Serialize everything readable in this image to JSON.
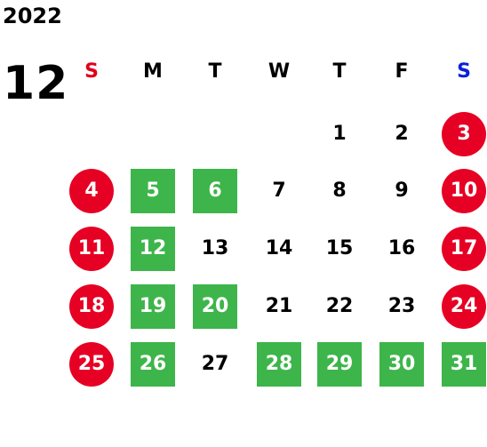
{
  "calendar": {
    "year": "2022",
    "month": "12",
    "weekdays": [
      "S",
      "M",
      "T",
      "W",
      "T",
      "F",
      "S"
    ],
    "weeks": [
      [
        null,
        null,
        null,
        null,
        "1",
        "2",
        "3"
      ],
      [
        "4",
        "5",
        "6",
        "7",
        "8",
        "9",
        "10"
      ],
      [
        "11",
        "12",
        "13",
        "14",
        "15",
        "16",
        "17"
      ],
      [
        "18",
        "19",
        "20",
        "21",
        "22",
        "23",
        "24"
      ],
      [
        "25",
        "26",
        "27",
        "28",
        "29",
        "30",
        "31"
      ]
    ],
    "red_circle_days": [
      "3",
      "4",
      "10",
      "11",
      "17",
      "18",
      "24",
      "25"
    ],
    "green_box_days": [
      "5",
      "6",
      "12",
      "19",
      "20",
      "26",
      "28",
      "29",
      "30",
      "31"
    ]
  },
  "colors": {
    "sunday_label": "#e0001a",
    "saturday_label": "#0a22d8",
    "red_circle": "#e60023",
    "green_box": "#3db54a"
  }
}
